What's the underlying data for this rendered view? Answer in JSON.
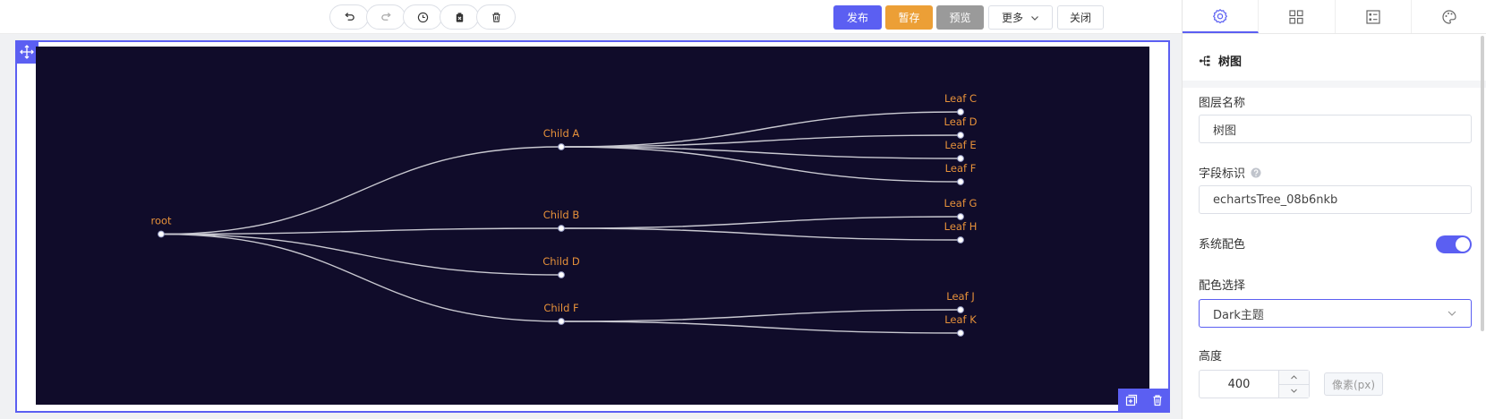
{
  "toolbar": {
    "history": [
      {
        "name": "undo-icon"
      },
      {
        "name": "redo-icon"
      },
      {
        "name": "history-clock-icon"
      },
      {
        "name": "clear-clipboard-icon"
      },
      {
        "name": "trash-icon"
      }
    ],
    "publish": "发布",
    "save": "暂存",
    "preview": "预览",
    "more": "更多",
    "close": "关闭"
  },
  "tree": {
    "name": "root",
    "children": [
      {
        "name": "Child A",
        "children": [
          {
            "name": "Leaf C"
          },
          {
            "name": "Leaf D"
          },
          {
            "name": "Leaf E"
          },
          {
            "name": "Leaf F"
          }
        ]
      },
      {
        "name": "Child B",
        "children": [
          {
            "name": "Leaf G"
          },
          {
            "name": "Leaf H"
          }
        ]
      },
      {
        "name": "Child D"
      },
      {
        "name": "Child F",
        "children": [
          {
            "name": "Leaf J"
          },
          {
            "name": "Leaf K"
          }
        ]
      }
    ]
  },
  "colors": {
    "chart_background": "#100c2a",
    "label": "#e6913a",
    "link": "#c8c8d0",
    "accent": "#5b5ff2",
    "save": "#ec9f36"
  },
  "panel": {
    "tabs": [
      {
        "name": "gear-icon"
      },
      {
        "name": "grid-icon"
      },
      {
        "name": "data-list-icon"
      },
      {
        "name": "palette-icon"
      }
    ],
    "section_title": "树图",
    "layer_name_label": "图层名称",
    "layer_name_value": "树图",
    "field_id_label": "字段标识",
    "field_id_value": "echartsTree_08b6nkb",
    "system_color_label": "系统配色",
    "system_color_on": true,
    "color_select_label": "配色选择",
    "color_select_value": "Dark主题",
    "height_label": "高度",
    "height_value": "400",
    "height_unit": "像素(px)"
  }
}
